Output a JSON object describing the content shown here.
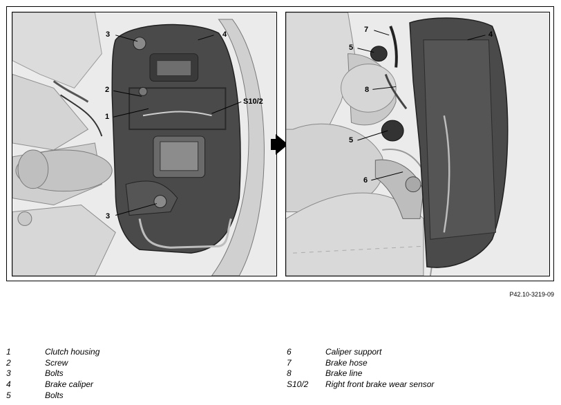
{
  "figure_id": "P42.10-3219-09",
  "left_callouts": {
    "c3_top": "3",
    "c4": "4",
    "c2": "2",
    "c1": "1",
    "s10_2": "S10/2",
    "c3_bottom": "3"
  },
  "right_callouts": {
    "c7": "7",
    "c5_top": "5",
    "c4": "4",
    "c8": "8",
    "c5_bottom": "5",
    "c6": "6"
  },
  "legend": {
    "left": [
      {
        "num": "1",
        "text": "Clutch housing"
      },
      {
        "num": "2",
        "text": "Screw"
      },
      {
        "num": "3",
        "text": "Bolts"
      },
      {
        "num": "4",
        "text": "Brake caliper"
      },
      {
        "num": "5",
        "text": "Bolts"
      }
    ],
    "right": [
      {
        "num": "6",
        "text": "Caliper support"
      },
      {
        "num": "7",
        "text": "Brake hose"
      },
      {
        "num": "8",
        "text": "Brake line"
      },
      {
        "num": "S10/2",
        "text": "Right front brake wear sensor"
      }
    ]
  }
}
